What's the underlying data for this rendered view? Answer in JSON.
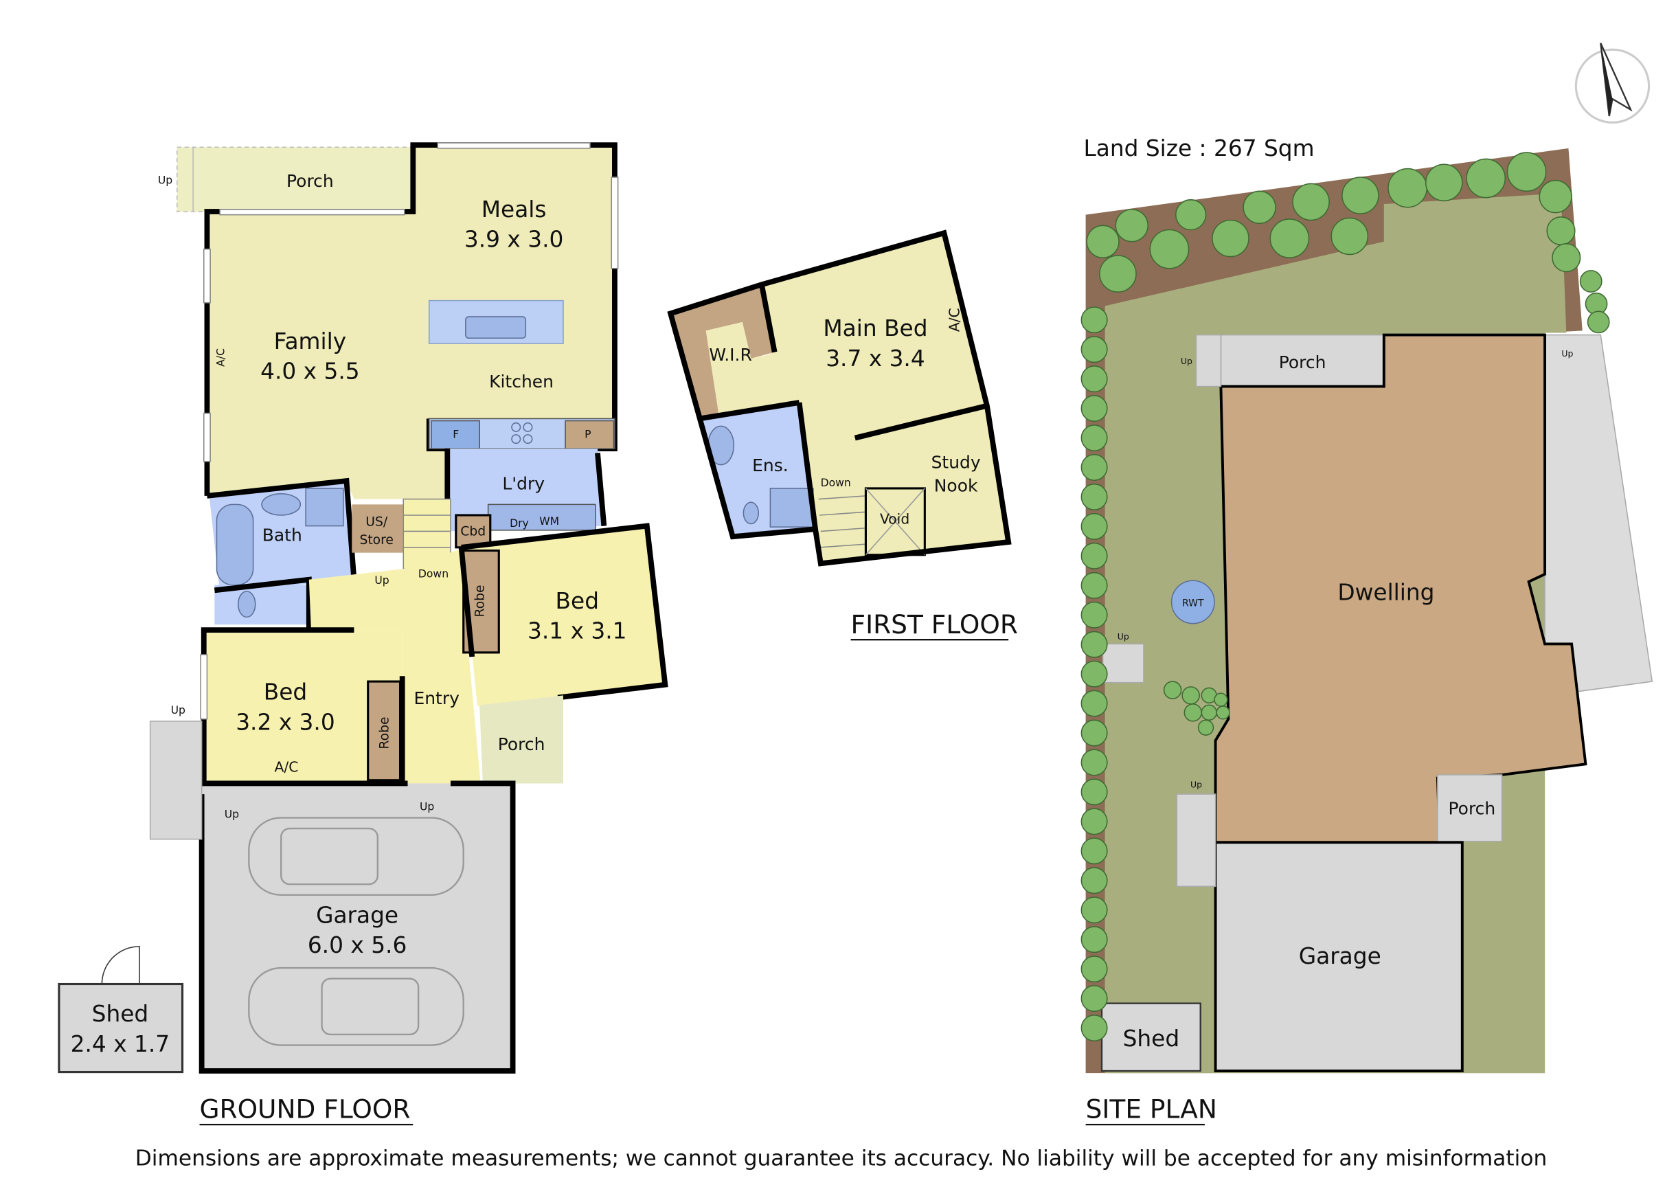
{
  "colors": {
    "living": "#efecb9",
    "room": "#f7f1b0",
    "wet": "#bfd1f8",
    "joinery": "#c4a583",
    "garage": "#d8d8d8",
    "grass": "#a9ae7e",
    "boundary": "#8d6d55",
    "tree": "#7fb866",
    "dwelling": "#c9a883"
  },
  "ground_floor": {
    "title": "GROUND FLOOR",
    "porch_rear": "Porch",
    "meals_name": "Meals",
    "meals_size": "3.9 x 3.0",
    "family_name": "Family",
    "family_size": "4.0 x 5.5",
    "kitchen": "Kitchen",
    "fridge": "F",
    "pantry": "P",
    "ac_family": "A/C",
    "laundry": "L'dry",
    "cbd": "Cbd",
    "dryer": "Dry",
    "washer": "WM",
    "bath": "Bath",
    "store_line1": "US/",
    "store_line2": "Store",
    "stairs_up": "Up",
    "stairs_down": "Down",
    "bed2_name": "Bed",
    "bed2_size": "3.1 x 3.1",
    "robe": "Robe",
    "bed3_name": "Bed",
    "bed3_size": "3.2 x 3.0",
    "ac_bed3": "A/C",
    "entry": "Entry",
    "porch_front": "Porch",
    "garage_name": "Garage",
    "garage_size": "6.0 x 5.6",
    "shed_name": "Shed",
    "shed_size": "2.4 x 1.7",
    "up": "Up"
  },
  "first_floor": {
    "title": "FIRST FLOOR",
    "main_bed_name": "Main Bed",
    "main_bed_size": "3.7 x 3.4",
    "ac": "A/C",
    "wir": "W.I.R",
    "ensuite": "Ens.",
    "study_line1": "Study",
    "study_line2": "Nook",
    "down": "Down",
    "void": "Void"
  },
  "site_plan": {
    "title": "SITE PLAN",
    "land_size": "Land Size : 267 Sqm",
    "porch_top": "Porch",
    "dwelling": "Dwelling",
    "rwt": "RWT",
    "porch_side": "Porch",
    "garage": "Garage",
    "shed": "Shed",
    "up": "Up"
  },
  "compass": "north-arrow-icon",
  "disclaimer": "Dimensions are approximate measurements; we cannot guarantee its accuracy. No liability will be accepted for any misinformation"
}
